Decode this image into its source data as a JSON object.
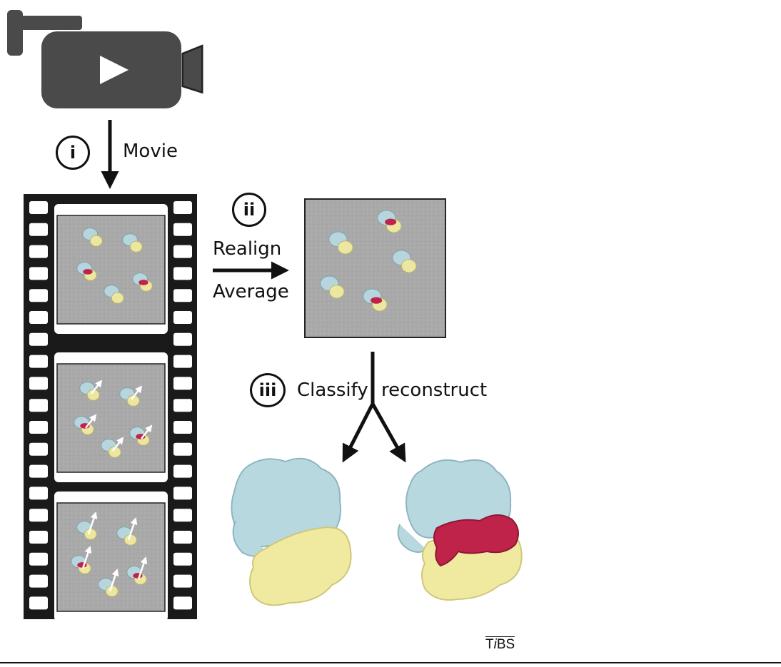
{
  "labels": {
    "movie": "Movie",
    "realign": "Realign",
    "average": "Average",
    "classify": "Classify",
    "reconstruct": "reconstruct"
  },
  "steps": [
    "i",
    "ii",
    "iii"
  ],
  "logo": {
    "prefix": "T",
    "italic": "i",
    "suffix": "BS"
  },
  "colors": {
    "camera": "#4a4a4a",
    "film": "#1a1a1a",
    "micrograph": "#a8a8a8",
    "blue_subunit": "#b8d8e0",
    "yellow_subunit": "#f0eaa0",
    "red_factor": "#c0234a",
    "arrow": "#111111",
    "motion_arrow": "#ffffff"
  },
  "icons": [
    "video-camera-icon",
    "film-strip-icon"
  ]
}
